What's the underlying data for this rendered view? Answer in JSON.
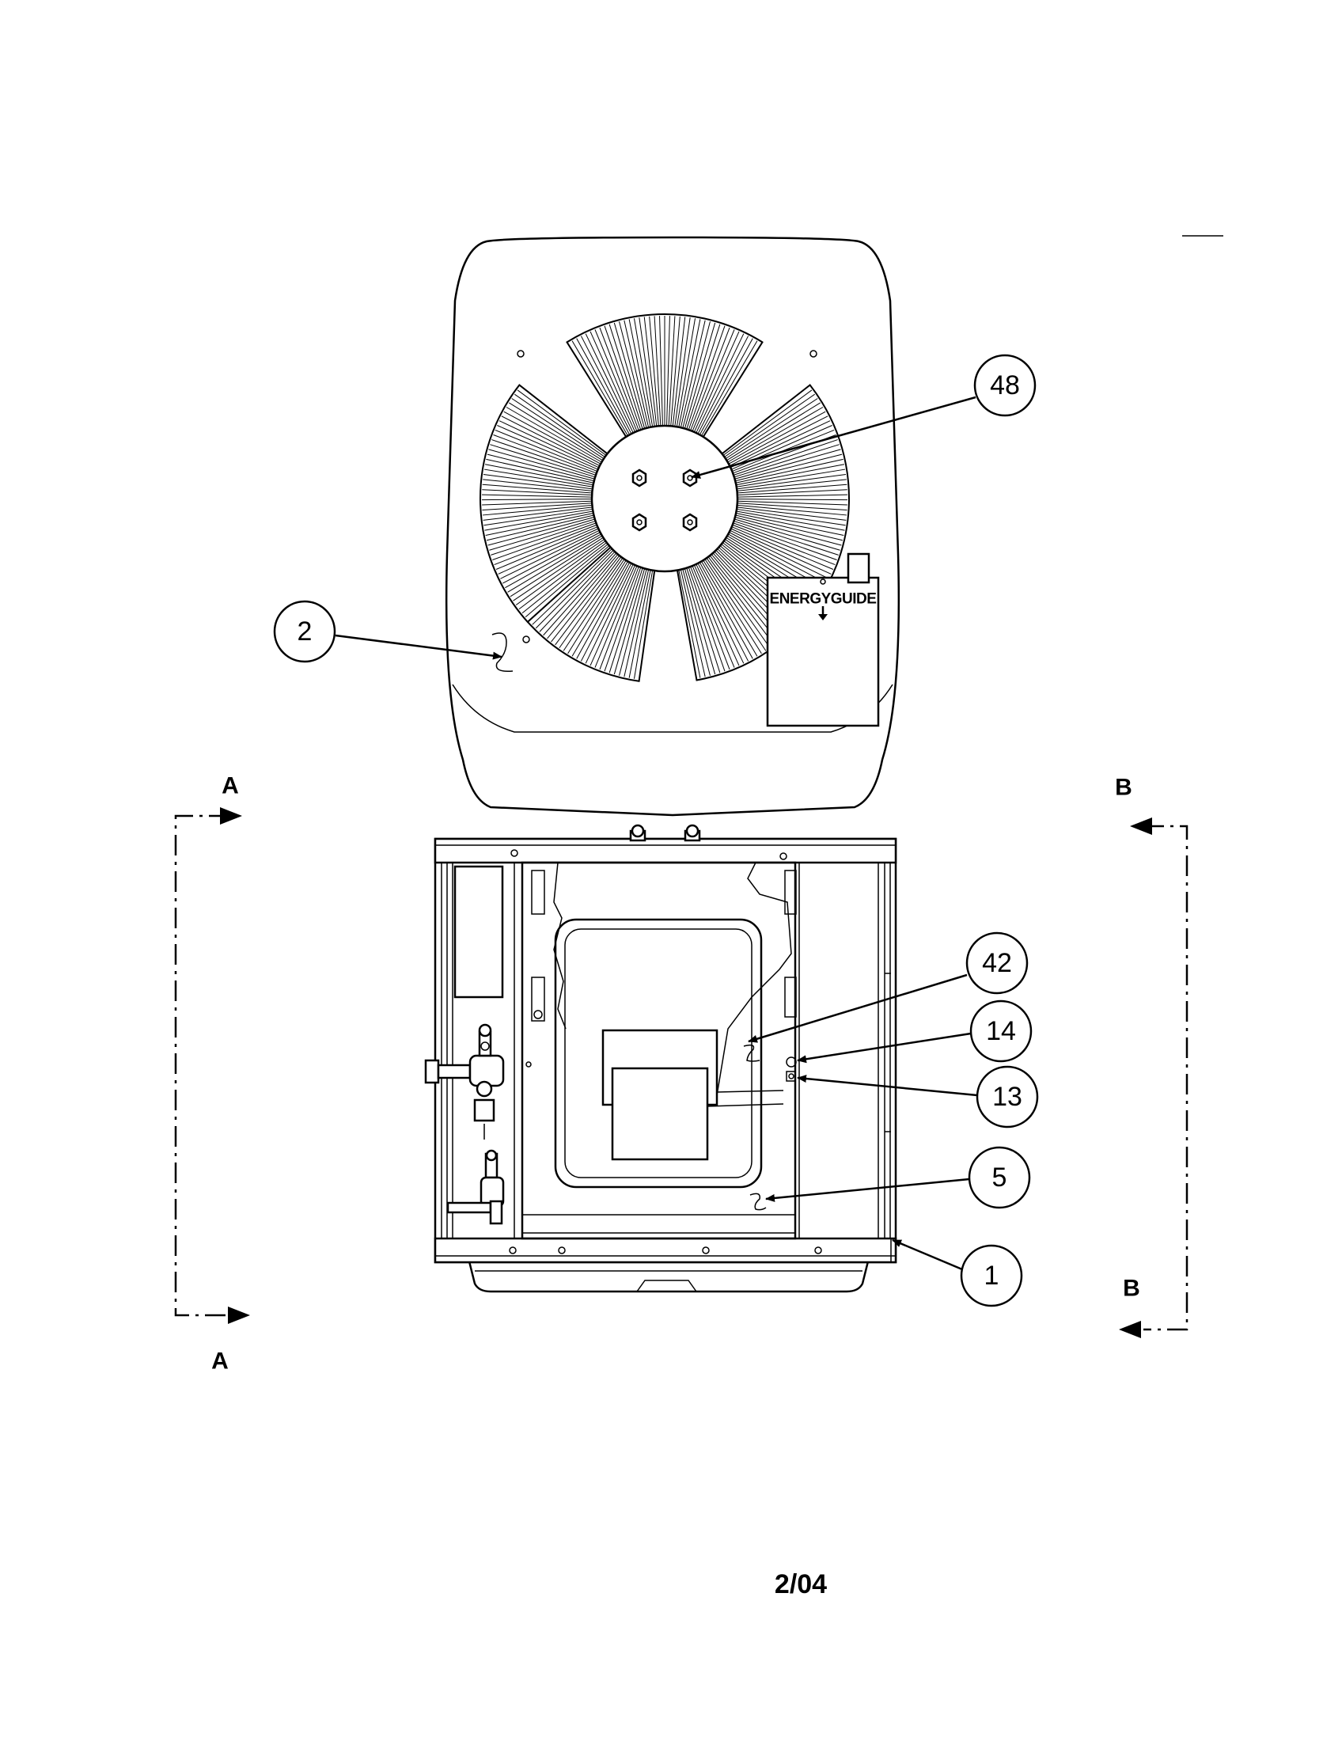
{
  "callouts": {
    "c48": "48",
    "c2": "2",
    "c42": "42",
    "c14": "14",
    "c13": "13",
    "c5": "5",
    "c1": "1"
  },
  "sections": {
    "a_top": "A",
    "a_bottom": "A",
    "b_top": "B",
    "b_bottom": "B"
  },
  "label": {
    "energyguide": "ENERGYGUIDE"
  },
  "footer": {
    "date": "2/04"
  },
  "colors": {
    "line": "#000000",
    "background": "#ffffff"
  }
}
